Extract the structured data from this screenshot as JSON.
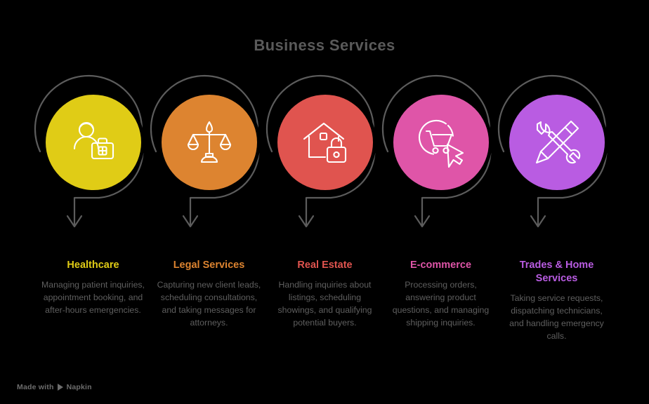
{
  "title": "Business Services",
  "background_color": "#000000",
  "title_color": "#5a5a5a",
  "body_text_color": "#5f5f5f",
  "arc_color": "#5c5c5c",
  "items": [
    {
      "label": "Healthcare",
      "description": "Managing patient inquiries, appointment booking, and after-hours emergencies.",
      "color": "#E0CC16",
      "icon": "doctor-medical-kit-icon"
    },
    {
      "label": "Legal Services",
      "description": "Capturing new client leads, scheduling consultations, and taking messages for attorneys.",
      "color": "#DD8430",
      "icon": "scales-of-justice-icon"
    },
    {
      "label": "Real Estate",
      "description": "Handling inquiries about listings, scheduling showings, and qualifying potential buyers.",
      "color": "#E0544F",
      "icon": "house-with-lock-icon"
    },
    {
      "label": "E-commerce",
      "description": "Processing orders, answering product questions, and managing shipping inquiries.",
      "color": "#DF55A8",
      "icon": "shopping-cart-cursor-icon"
    },
    {
      "label": "Trades & Home Services",
      "description": "Taking service requests, dispatching technicians, and handling emergency calls.",
      "color": "#B95CE2",
      "icon": "wrench-screwdriver-icon"
    }
  ],
  "watermark": {
    "prefix": "Made with",
    "brand": "Napkin",
    "icon": "play-triangle-icon"
  }
}
